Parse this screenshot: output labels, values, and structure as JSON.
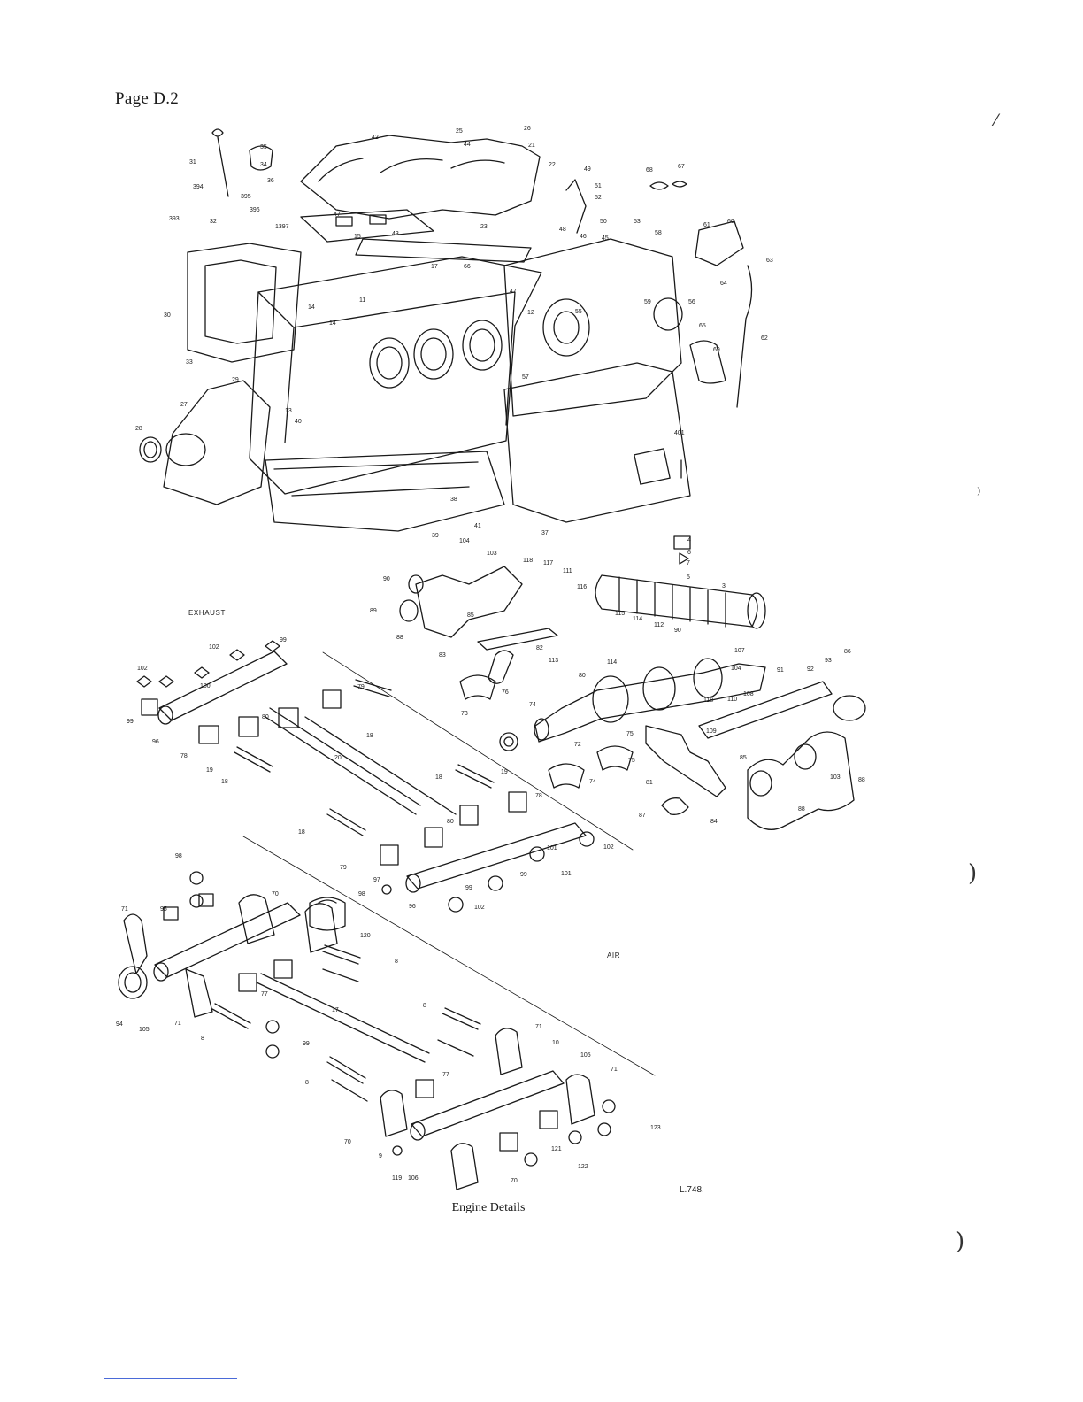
{
  "page": {
    "title": "Page D.2",
    "caption": "Engine Details",
    "figure_code": "L.748.",
    "labels": {
      "exhaust": "EXHAUST",
      "air": "AIR"
    },
    "colors": {
      "ink": "#1a1a1a",
      "paper": "#ffffff"
    }
  },
  "callouts": {
    "block": [
      "25",
      "26",
      "42",
      "44",
      "21",
      "22",
      "49",
      "51",
      "52",
      "68",
      "67",
      "35",
      "34",
      "31",
      "36",
      "394",
      "395",
      "396",
      "393",
      "32",
      "1397",
      "15",
      "47",
      "43",
      "23",
      "48",
      "46",
      "50",
      "45",
      "53",
      "58",
      "61",
      "60",
      "63",
      "64",
      "62",
      "17",
      "66",
      "47",
      "12",
      "55",
      "59",
      "56",
      "65",
      "69",
      "30",
      "11",
      "14",
      "33",
      "14",
      "57",
      "29",
      "27",
      "13",
      "40",
      "28",
      "401",
      "38",
      "41",
      "39",
      "37"
    ],
    "crank": [
      "104",
      "103",
      "118",
      "117",
      "111",
      "4",
      "6",
      "7",
      "5",
      "3",
      "90",
      "89",
      "85",
      "116",
      "115",
      "114",
      "112",
      "90",
      "88",
      "83",
      "82",
      "113",
      "114",
      "80",
      "107",
      "104",
      "91",
      "92",
      "93",
      "86",
      "73",
      "74",
      "118",
      "110",
      "108",
      "76",
      "72",
      "75",
      "109",
      "85",
      "81",
      "103",
      "88",
      "87",
      "84",
      "88",
      "74",
      "75"
    ],
    "exhaust_shafts": [
      "102",
      "99",
      "102",
      "100",
      "79",
      "99",
      "96",
      "80",
      "18",
      "78",
      "19",
      "18",
      "20",
      "18",
      "19",
      "78",
      "18",
      "80",
      "79",
      "97",
      "98",
      "96",
      "99",
      "101",
      "102",
      "99",
      "102",
      "101"
    ],
    "air_shafts": [
      "98",
      "71",
      "95",
      "70",
      "120",
      "8",
      "94",
      "105",
      "71",
      "77",
      "8",
      "99",
      "17",
      "8",
      "71",
      "10",
      "105",
      "77",
      "8",
      "71",
      "70",
      "9",
      "119",
      "106",
      "121",
      "122",
      "123",
      "70"
    ]
  }
}
